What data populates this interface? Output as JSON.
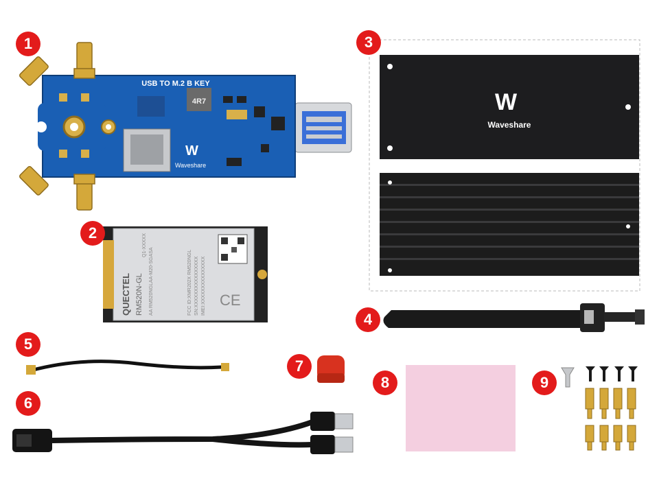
{
  "badges": [
    "1",
    "2",
    "3",
    "4",
    "5",
    "6",
    "7",
    "8",
    "9"
  ],
  "adapter_board": {
    "title": "USB TO M.2 B KEY",
    "brand": "Waveshare",
    "inductor_mark": "4R7"
  },
  "module": {
    "brand": "QUECTEL",
    "model": "RM520N-GL",
    "lines": [
      "AA  RM520NGLAA-M20-SGASA",
      "FCC ID:XMR202X RM520NGL",
      "SN:XXXXXXXXXXXXXXXX",
      "IMEI:XXXXXXXXXXXXXXX"
    ],
    "date_code": "Q1-XXXXX",
    "ce_mark": "CE"
  },
  "case": {
    "brand": "Waveshare"
  },
  "colors": {
    "badge": "#e31b1b",
    "pcb_blue": "#1a5fb4",
    "gold": "#d4a83a",
    "pad_pink": "#f4cfe0",
    "heatsink": "#1c1c1c",
    "cap_red": "#d8321f"
  }
}
